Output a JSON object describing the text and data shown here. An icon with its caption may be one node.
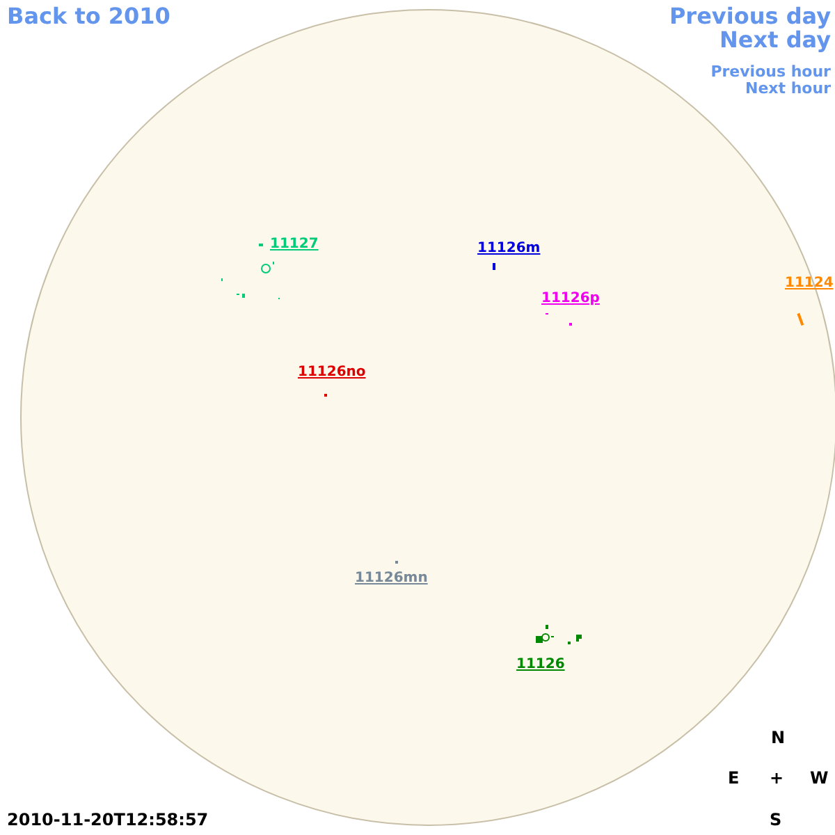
{
  "diagram": {
    "labels": [
      "Back to 2010",
      "Previous day",
      "Next day",
      "Previous hour",
      "Next hour",
      "11127",
      "11126m",
      "11126p",
      "11124",
      "11126no",
      "11126mn",
      "11126",
      "N",
      "E",
      "+",
      "W",
      "2010-11-20T12:58:57",
      "S"
    ]
  }
}
